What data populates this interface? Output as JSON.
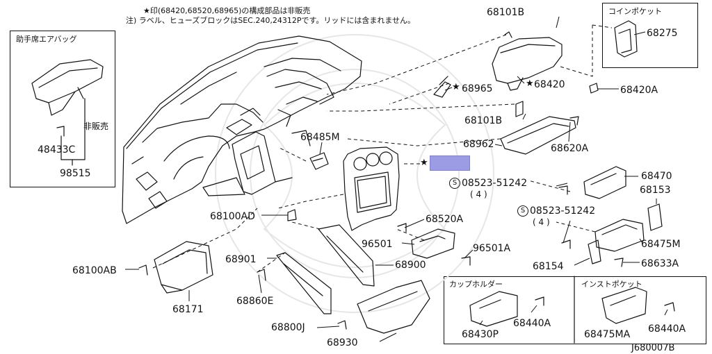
{
  "notes": {
    "line1": "★印(68420,68520,68965)の構成部品は非販売",
    "line2": "注) ラベル、ヒューズブロックはSEC.240,24312Pです。リッドには含まれません。"
  },
  "boxes": {
    "airbag_title": "助手席エアバッグ",
    "coin_pocket_title": "コインポケット",
    "cup_holder_title": "カップホルダー",
    "inst_pocket_title": "インストポケット",
    "not_sold": "非販売"
  },
  "labels": {
    "p68101B_top": "68101B",
    "p68275": "68275",
    "p68965": "68965",
    "p68420": "68420",
    "p68420A": "68420A",
    "p68101B_mid": "68101B",
    "p68962": "68962",
    "p68620A": "68620A",
    "p68485M": "68485M",
    "p48433C": "48433C",
    "p98515": "98515",
    "p08523_1": "08523-51242",
    "p08523_1_qty": "( 4 )",
    "p68470": "68470",
    "p68153": "68153",
    "p08523_2": "08523-51242",
    "p08523_2_qty": "( 4 )",
    "p68100AD": "68100AD",
    "p68520A": "68520A",
    "p96501": "96501",
    "p96501A": "96501A",
    "p68475M": "68475M",
    "p68901": "68901",
    "p68900": "68900",
    "p68154": "68154",
    "p68633A": "68633A",
    "p68100AB": "68100AB",
    "p68860E": "68860E",
    "p68171": "68171",
    "p68800J": "68800J",
    "p68930": "68930",
    "p68440A_1": "68440A",
    "p68430P": "68430P",
    "p68440A_2": "68440A",
    "p68475MA": "68475MA",
    "diagram_id": "J680007B"
  },
  "symbols": {
    "star": "★",
    "s_mark": "S"
  },
  "colors": {
    "line": "#111111",
    "highlight": "#9c9ce4",
    "watermark": "#e8e8e8"
  }
}
